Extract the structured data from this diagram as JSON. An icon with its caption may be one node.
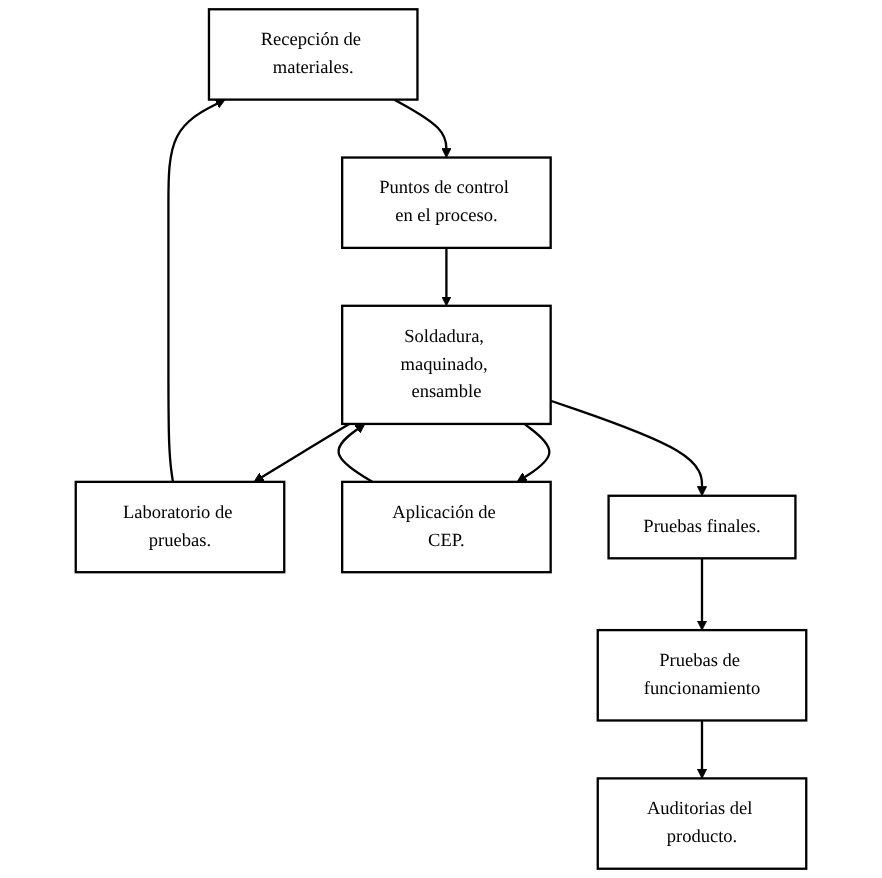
{
  "diagram": {
    "nodes": [
      {
        "text": [
          "Recepción de materiales."
        ]
      },
      {
        "text": [
          "Laboratorio de pruebas."
        ]
      },
      {
        "text": [
          "Puntos de control en el proceso."
        ]
      },
      {
        "text": [
          "Soldadura, maquinado, ensamble"
        ]
      },
      {
        "text": [
          "Aplicación de CEP."
        ]
      },
      {
        "text": [
          "Pruebas finales."
        ]
      },
      {
        "text": [
          "Pruebas de funcionamiento"
        ]
      },
      {
        "text": [
          "Auditorias del producto."
        ]
      }
    ],
    "edges": [
      {
        "from": 1,
        "to": 0,
        "arrow": "to"
      },
      {
        "from": 0,
        "to": 2,
        "arrow": "to"
      },
      {
        "from": 2,
        "to": 3,
        "arrow": "to"
      },
      {
        "from": 3,
        "to": 1,
        "arrow": "to"
      },
      {
        "from": 3,
        "to": 4,
        "arrow": "to"
      },
      {
        "from": 4,
        "to": 3,
        "arrow": "to"
      },
      {
        "from": 3,
        "to": 5,
        "arrow": "to"
      },
      {
        "from": 5,
        "to": 6,
        "arrow": "to"
      },
      {
        "from": 6,
        "to": 7,
        "arrow": "to"
      }
    ]
  }
}
